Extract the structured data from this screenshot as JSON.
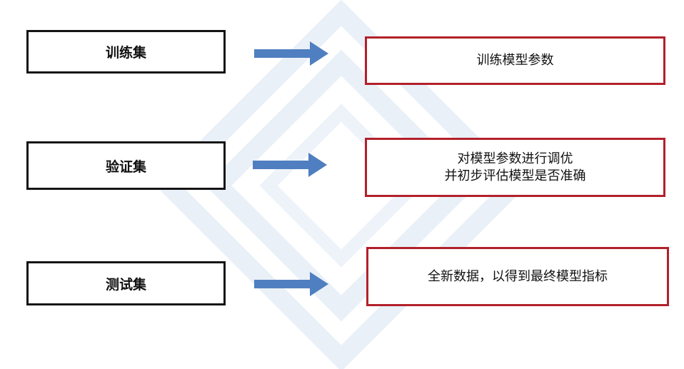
{
  "colors": {
    "left_border": "#141414",
    "right_border": "#b3202a",
    "arrow": "#4f7fc0",
    "watermark": "#e8eff8"
  },
  "rows": [
    {
      "set_label": "训练集",
      "description_lines": [
        "训练模型参数"
      ]
    },
    {
      "set_label": "验证集",
      "description_lines": [
        "对模型参数进行调优",
        "并初步评估模型是否准确"
      ]
    },
    {
      "set_label": "测试集",
      "description_lines": [
        "全新数据，以得到最终模型指标"
      ]
    }
  ]
}
